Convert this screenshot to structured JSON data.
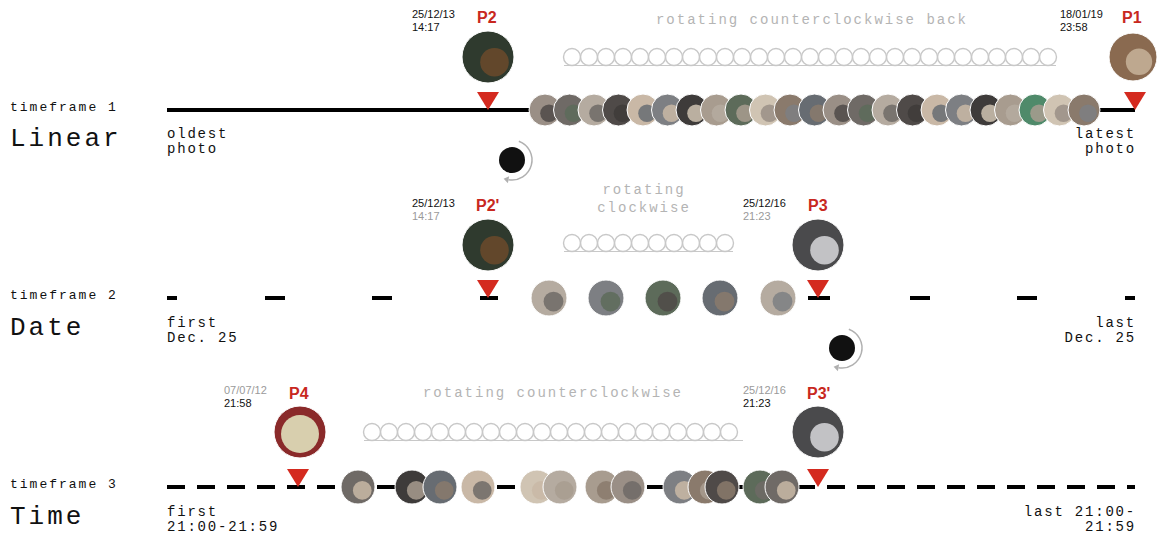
{
  "diagram": {
    "labels": [
      "25/12/13",
      "14:17",
      "P2",
      "rotating counterclockwise back",
      "18/01/19",
      "23:58",
      "P1",
      "timeframe 1",
      "Linear",
      "oldest photo",
      "latest photo",
      "25/12/13",
      "14:17",
      "P2'",
      "rotating clockwise",
      "25/12/16",
      "21:23",
      "P3",
      "timeframe 2",
      "Date",
      "first Dec. 25",
      "last Dec. 25",
      "07/07/12",
      "21:58",
      "P4",
      "rotating counterclockwise",
      "25/12/16",
      "21:23",
      "P3'",
      "timeframe 3",
      "Time",
      "first 21:00-21:59",
      "last 21:00-21:59"
    ]
  }
}
